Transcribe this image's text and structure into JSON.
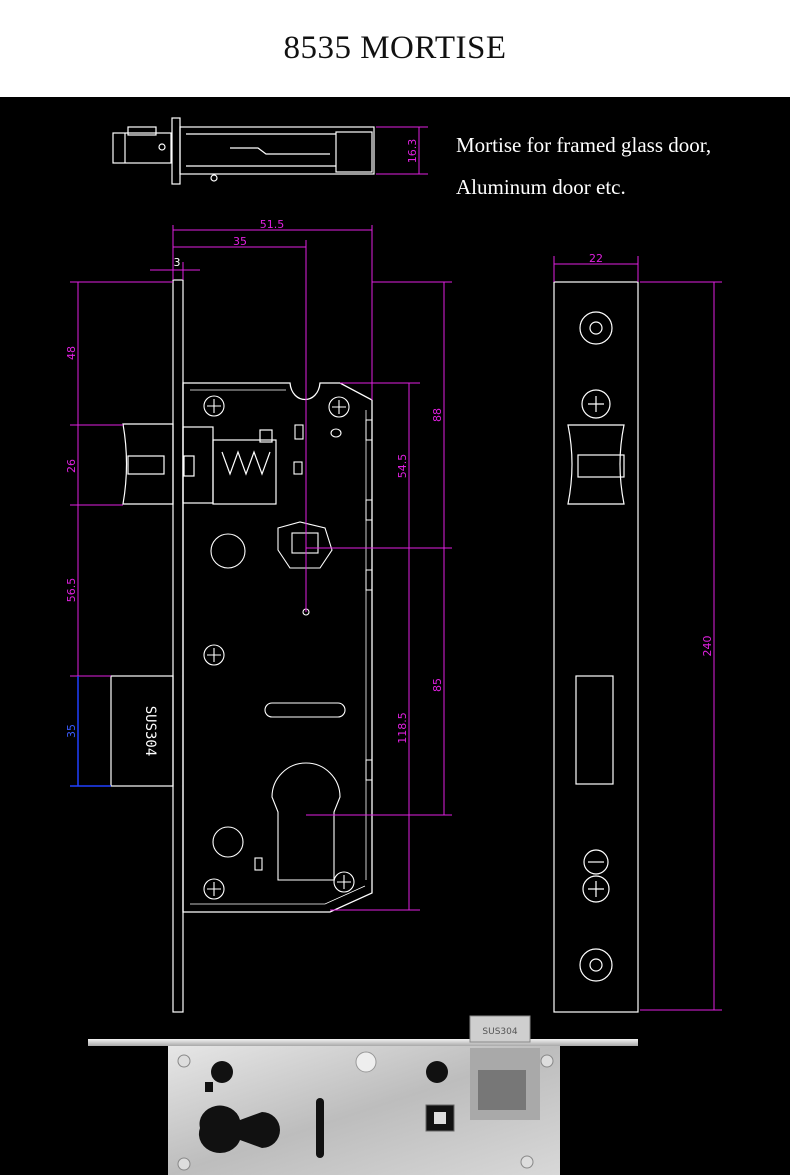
{
  "title": "8535 MORTISE",
  "description": [
    "Mortise for framed glass door,",
    "Aluminum door etc."
  ],
  "colors": {
    "dimension": "#e020e0",
    "outline": "#ffffff",
    "blue_dim": "#2040ff",
    "steel": "#c9c9c9",
    "background": "#000000"
  },
  "dimensions": {
    "top_thickness": "16.3",
    "width_total": "51.5",
    "backset": "35",
    "faceplate": "3",
    "faceplate_width": "22",
    "top_to_latch": "48",
    "latch_height": "26",
    "latch_to_bolt": "56.5",
    "bolt_height": "35",
    "top_to_spindle": "88",
    "case_to_spindle": "54.5",
    "spindle_to_cylinder": "85",
    "case_height": "118.5",
    "plate_length": "240"
  },
  "markings": {
    "bolt_stamp": "SUS304",
    "photo_stamp": "SUS304"
  }
}
